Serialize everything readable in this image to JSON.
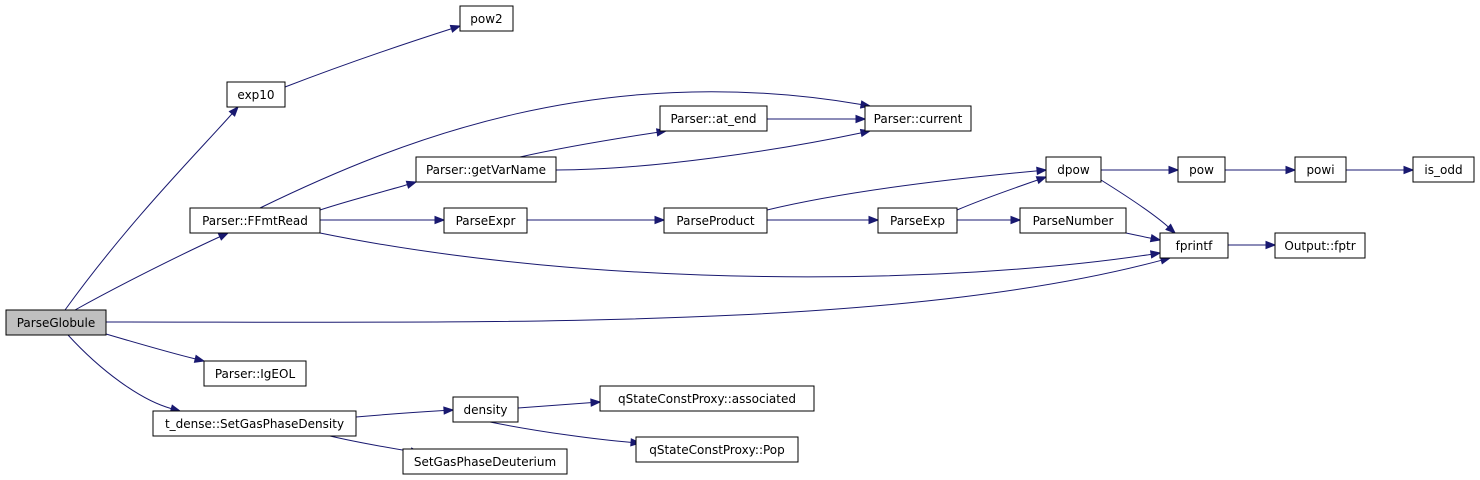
{
  "graph": {
    "colors": {
      "edge": "#191970",
      "root_fill": "#bfbfbf",
      "node_fill": "#ffffff"
    },
    "nodes": [
      {
        "id": "ParseGlobule",
        "label": "ParseGlobule",
        "root": true
      },
      {
        "id": "exp10",
        "label": "exp10"
      },
      {
        "id": "pow2",
        "label": "pow2"
      },
      {
        "id": "FFmtRead",
        "label": "Parser::FFmtRead"
      },
      {
        "id": "getVarName",
        "label": "Parser::getVarName"
      },
      {
        "id": "at_end",
        "label": "Parser::at_end"
      },
      {
        "id": "current",
        "label": "Parser::current"
      },
      {
        "id": "ParseExpr",
        "label": "ParseExpr"
      },
      {
        "id": "ParseProduct",
        "label": "ParseProduct"
      },
      {
        "id": "ParseExp",
        "label": "ParseExp"
      },
      {
        "id": "ParseNumber",
        "label": "ParseNumber"
      },
      {
        "id": "dpow",
        "label": "dpow"
      },
      {
        "id": "pow",
        "label": "pow"
      },
      {
        "id": "powi",
        "label": "powi"
      },
      {
        "id": "is_odd",
        "label": "is_odd"
      },
      {
        "id": "fprintf",
        "label": "fprintf"
      },
      {
        "id": "fptr",
        "label": "Output::fptr"
      },
      {
        "id": "IgEOL",
        "label": "Parser::IgEOL"
      },
      {
        "id": "SetGasPhaseDensity",
        "label": "t_dense::SetGasPhaseDensity"
      },
      {
        "id": "density",
        "label": "density"
      },
      {
        "id": "associated",
        "label": "qStateConstProxy::associated"
      },
      {
        "id": "Pop",
        "label": "qStateConstProxy::Pop"
      },
      {
        "id": "SetGasPhaseDeuterium",
        "label": "SetGasPhaseDeuterium"
      }
    ],
    "edges": [
      {
        "from": "ParseGlobule",
        "to": "exp10"
      },
      {
        "from": "exp10",
        "to": "pow2"
      },
      {
        "from": "ParseGlobule",
        "to": "FFmtRead"
      },
      {
        "from": "FFmtRead",
        "to": "current"
      },
      {
        "from": "FFmtRead",
        "to": "getVarName"
      },
      {
        "from": "getVarName",
        "to": "at_end"
      },
      {
        "from": "at_end",
        "to": "current"
      },
      {
        "from": "getVarName",
        "to": "current"
      },
      {
        "from": "FFmtRead",
        "to": "ParseExpr"
      },
      {
        "from": "ParseExpr",
        "to": "ParseProduct"
      },
      {
        "from": "ParseProduct",
        "to": "dpow"
      },
      {
        "from": "ParseProduct",
        "to": "ParseExp"
      },
      {
        "from": "ParseExp",
        "to": "dpow"
      },
      {
        "from": "ParseExp",
        "to": "ParseNumber"
      },
      {
        "from": "dpow",
        "to": "pow"
      },
      {
        "from": "pow",
        "to": "powi"
      },
      {
        "from": "powi",
        "to": "is_odd"
      },
      {
        "from": "dpow",
        "to": "fprintf"
      },
      {
        "from": "ParseNumber",
        "to": "fprintf"
      },
      {
        "from": "FFmtRead",
        "to": "fprintf"
      },
      {
        "from": "fprintf",
        "to": "fptr"
      },
      {
        "from": "ParseGlobule",
        "to": "fprintf"
      },
      {
        "from": "ParseGlobule",
        "to": "IgEOL"
      },
      {
        "from": "ParseGlobule",
        "to": "SetGasPhaseDensity"
      },
      {
        "from": "SetGasPhaseDensity",
        "to": "density"
      },
      {
        "from": "density",
        "to": "associated"
      },
      {
        "from": "density",
        "to": "Pop"
      },
      {
        "from": "SetGasPhaseDensity",
        "to": "SetGasPhaseDeuterium"
      }
    ]
  }
}
